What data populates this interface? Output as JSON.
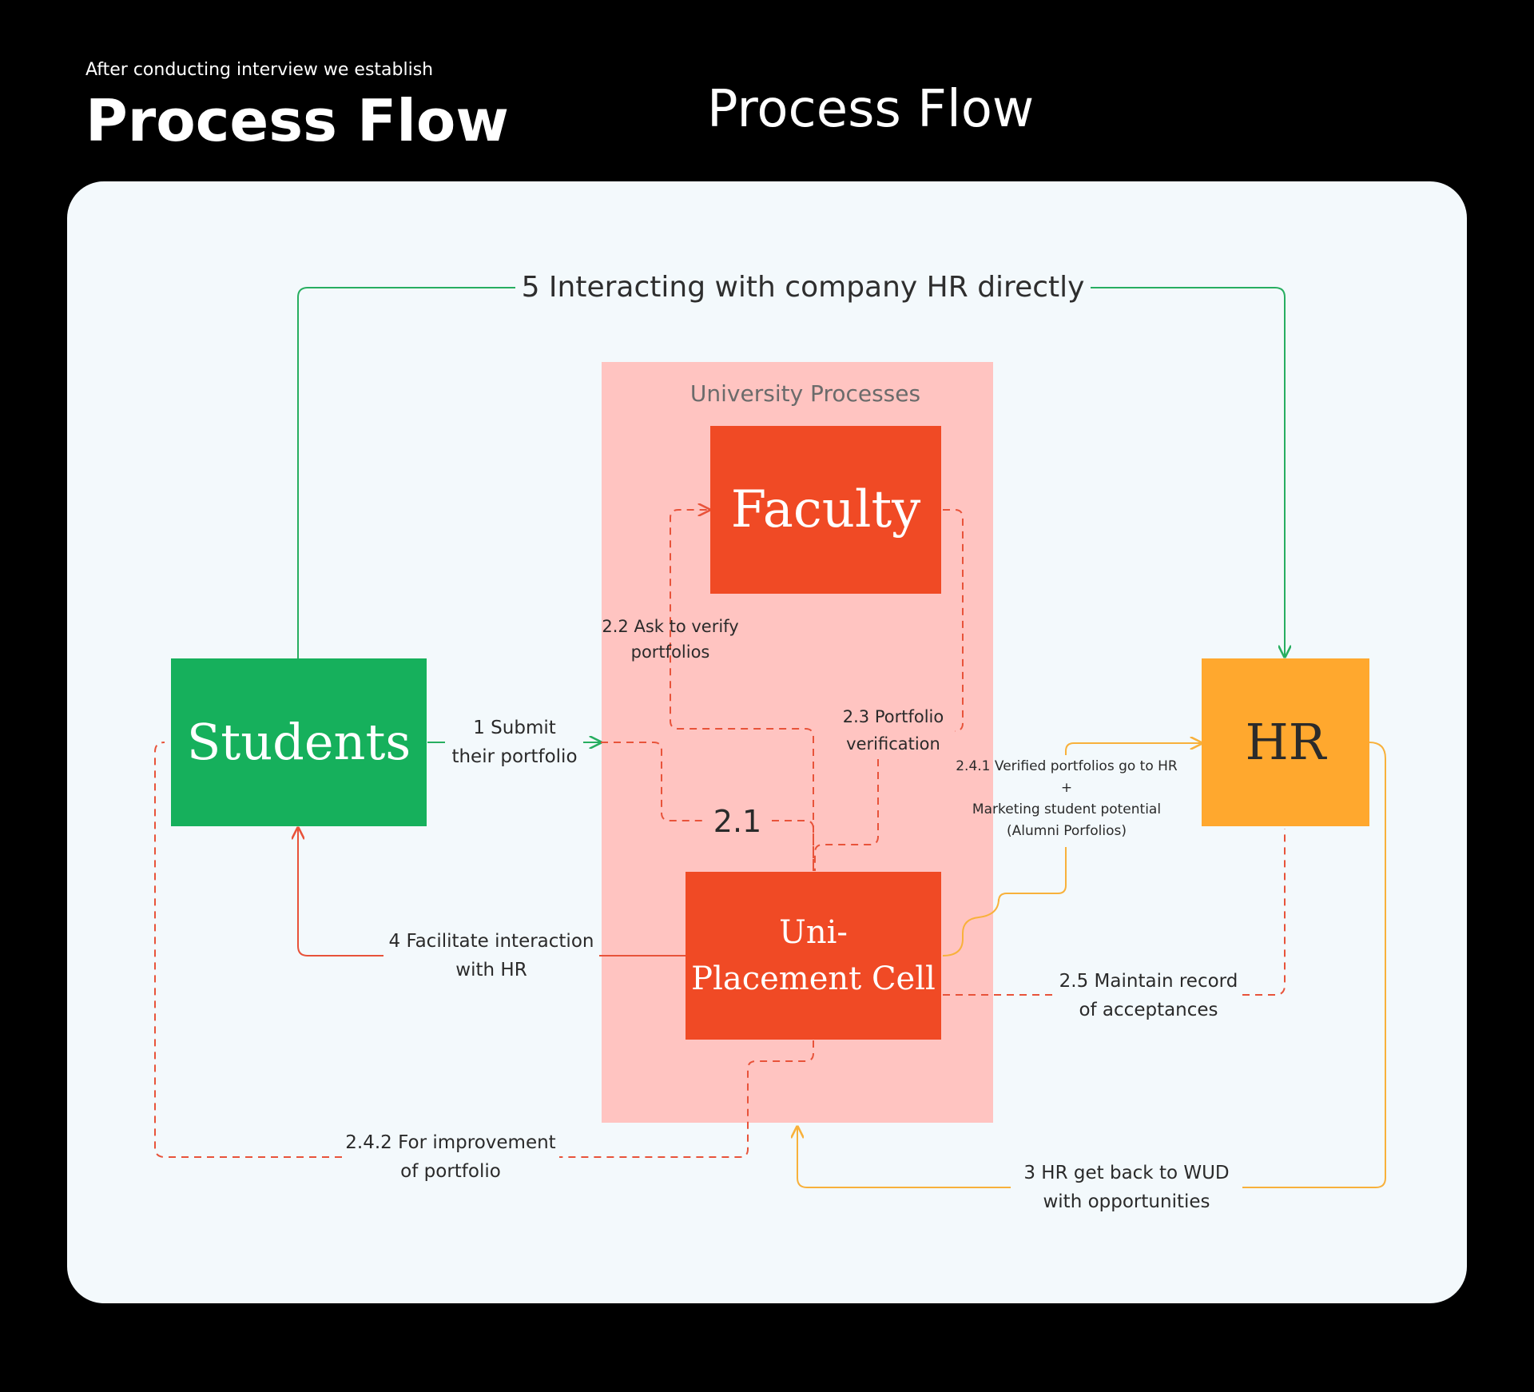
{
  "header": {
    "subtitle": "After conducting interview we establish",
    "title": "Process Flow",
    "center_title": "Process Flow"
  },
  "diagram": {
    "top_label": "5 Interacting with company HR directly",
    "group_label": "University Processes",
    "nodes": {
      "students": "Students",
      "faculty": "Faculty",
      "hr": "HR",
      "placement": "Uni-\nPlacement Cell"
    },
    "labels": {
      "submit": "1 Submit\ntheir portfolio",
      "ask_verify": "2.2 Ask to verify\nportfolios",
      "verification": "2.3 Portfolio\nverification",
      "step_2_1": "2.1",
      "verified_go_hr": "2.4.1 Verified portfolios go to HR\n+\nMarketing student potential\n(Alumni Porfolios)",
      "facilitate": "4 Facilitate interaction\nwith HR",
      "maintain": "2.5 Maintain record\nof acceptances",
      "improvement": "2.4.2 For improvement\nof portfolio",
      "hr_back": "3 HR get back to WUD\nwith opportunities"
    },
    "colors": {
      "green": "#16b05c",
      "red": "#f04a25",
      "orange": "#ffa82e",
      "group_bg": "#ffc4c1",
      "green_line": "#27ae60",
      "red_line": "#e8533a",
      "orange_line": "#f8b13b"
    }
  }
}
